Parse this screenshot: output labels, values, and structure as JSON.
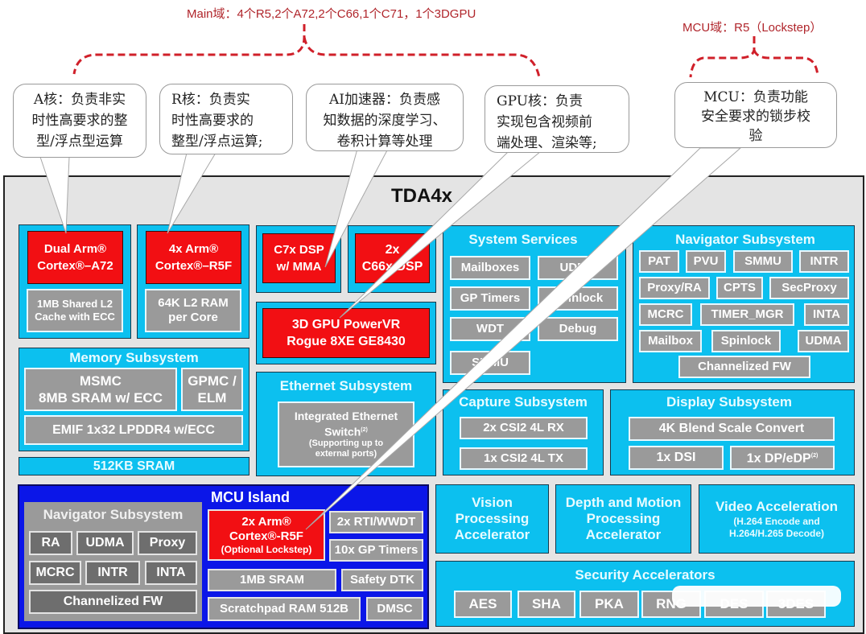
{
  "annotations": {
    "main_domain": "Main域：4个R5,2个A72,2个C66,1个C71，1个3DGPU",
    "mcu_domain": "MCU域：R5（Lockstep）"
  },
  "callouts": [
    {
      "id": "a-core",
      "lines": [
        "A核：负责非实",
        "时性高要求的整",
        "型/浮点型运算"
      ]
    },
    {
      "id": "r-core",
      "lines": [
        "R核：负责实",
        "时性高要求的",
        "整型/浮点运算;"
      ]
    },
    {
      "id": "ai-accel",
      "lines": [
        "AI加速器：负责感",
        "知数据的深度学习、",
        "卷积计算等处理"
      ]
    },
    {
      "id": "gpu-core",
      "lines": [
        "GPU核：负责",
        "实现包含视频前",
        "端处理、渲染等;"
      ]
    },
    {
      "id": "mcu",
      "lines": [
        "MCU：负责功能",
        "安全要求的锁步校",
        "验"
      ]
    }
  ],
  "chip": {
    "title": "TDA4x",
    "a72": {
      "core": [
        "Dual Arm®",
        "Cortex®–A72"
      ],
      "cache": [
        "1MB Shared L2",
        "Cache with ECC"
      ]
    },
    "r5f": {
      "core": [
        "4x Arm®",
        "Cortex®–R5F"
      ],
      "ram": [
        "64K L2 RAM",
        "per Core"
      ]
    },
    "c7x": [
      "C7x DSP",
      "w/ MMA"
    ],
    "c66x": [
      "2x",
      "C66x DSP"
    ],
    "gpu": [
      "3D GPU PowerVR",
      "Rogue 8XE GE8430"
    ],
    "memory": {
      "title": "Memory Subsystem",
      "msmc": [
        "MSMC",
        "8MB SRAM w/ ECC"
      ],
      "gpmc": [
        "GPMC /",
        "ELM"
      ],
      "emif": "EMIF 1x32 LPDDR4 w/ECC",
      "sram": "512KB SRAM"
    },
    "ethernet": {
      "title": "Ethernet Subsystem",
      "switch": "Integrated Ethernet",
      "switch2": "Switch",
      "note_sup": "(2)",
      "support": [
        "(Supporting up to",
        "external ports)"
      ]
    },
    "system_services": {
      "title": "System Services",
      "items": [
        "Mailboxes",
        "UDMA",
        "GP Timers",
        "Spinlock",
        "WDT",
        "Debug",
        "SMMU"
      ]
    },
    "navigator": {
      "title": "Navigator Subsystem",
      "rows": [
        [
          "PAT",
          "PVU",
          "SMMU",
          "INTR"
        ],
        [
          "Proxy/RA",
          "CPTS",
          "SecProxy"
        ],
        [
          "MCRC",
          "TIMER_MGR",
          "INTA"
        ],
        [
          "Mailbox",
          "Spinlock",
          "UDMA"
        ],
        [
          "Channelized FW"
        ]
      ]
    },
    "capture": {
      "title": "Capture Subsystem",
      "items": [
        "2x CSI2 4L RX",
        "1x CSI2 4L TX"
      ]
    },
    "display": {
      "title": "Display Subsystem",
      "blend": "4K Blend Scale Convert",
      "dsi": "1x DSI",
      "dp": "1x DP/eDP",
      "dp_sup": "(2)"
    },
    "mcu_island": {
      "title": "MCU Island",
      "nav_title": "Navigator Subsystem",
      "nav_rows": [
        [
          "RA",
          "UDMA",
          "Proxy"
        ],
        [
          "MCRC",
          "INTR",
          "INTA"
        ],
        [
          "Channelized FW"
        ]
      ],
      "r5f": [
        "2x Arm®",
        "Cortex®-R5F",
        "(Optional Lockstep)"
      ],
      "rti": "2x RTI/WWDT",
      "timers": "10x GP Timers",
      "sram": "1MB SRAM",
      "dtk": "Safety DTK",
      "scratch": "Scratchpad RAM 512B",
      "dmsc": "DMSC"
    },
    "vision": [
      "Vision",
      "Processing",
      "Accelerator"
    ],
    "depth": [
      "Depth and Motion",
      "Processing",
      "Accelerator"
    ],
    "video": {
      "title": "Video Acceleration",
      "sub": [
        "(H.264 Encode and",
        "H.264/H.265 Decode)"
      ]
    },
    "security": {
      "title": "Security Accelerators",
      "items": [
        "AES",
        "SHA",
        "PKA",
        "RNG",
        "DES",
        "3DES"
      ]
    }
  }
}
